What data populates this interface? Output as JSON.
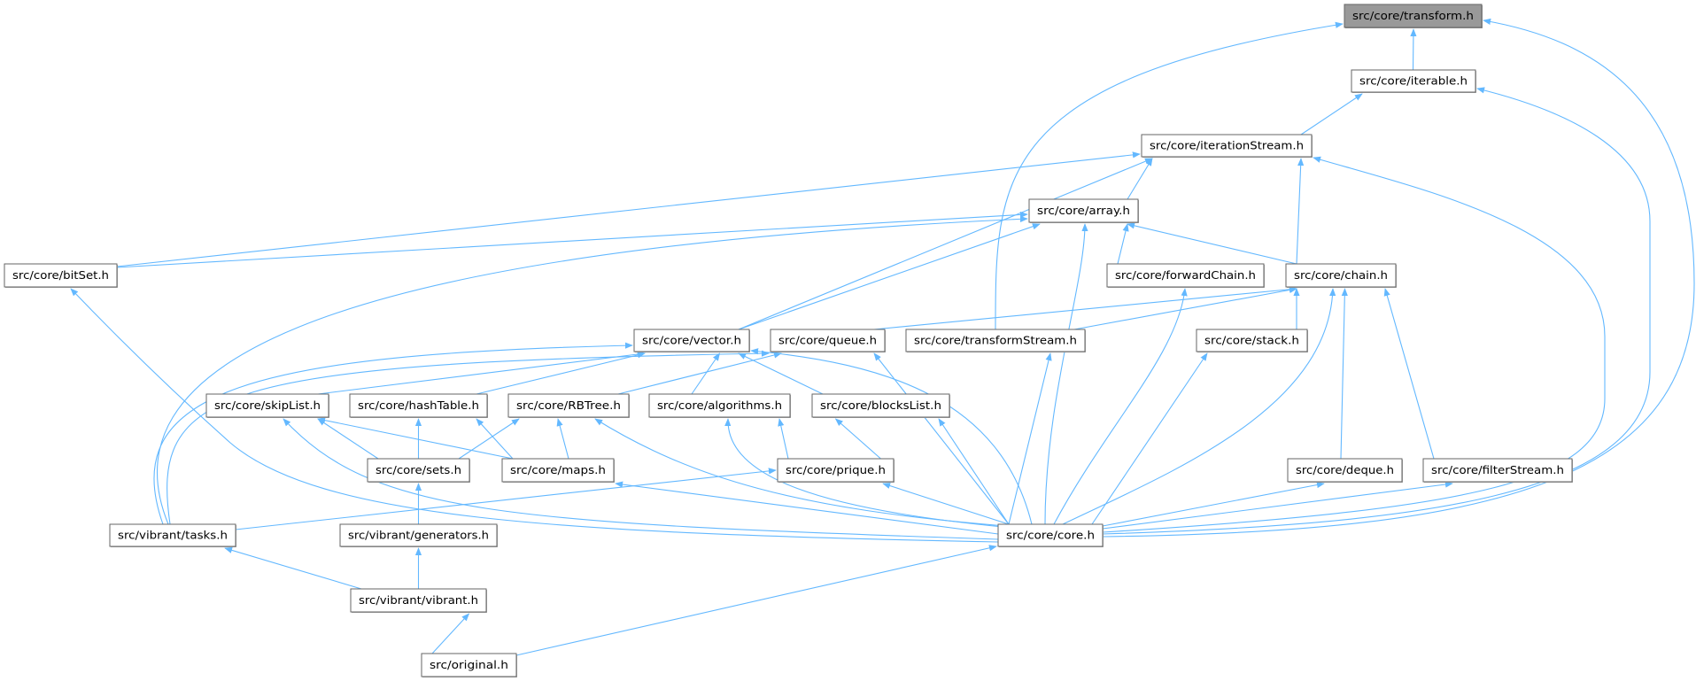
{
  "graph": {
    "title": "src/core/transform.h",
    "colors": {
      "edge": "#63b8ff",
      "current_node_fill": "#999999",
      "node_fill": "#ffffff",
      "node_border": "#666666"
    },
    "nodes": {
      "transform": "src/core/transform.h",
      "iterable": "src/core/iterable.h",
      "iterationStream": "src/core/iterationStream.h",
      "array": "src/core/array.h",
      "bitSet": "src/core/bitSet.h",
      "forwardChain": "src/core/forwardChain.h",
      "chain": "src/core/chain.h",
      "vector": "src/core/vector.h",
      "queue": "src/core/queue.h",
      "transformStream": "src/core/transformStream.h",
      "stack": "src/core/stack.h",
      "skipList": "src/core/skipList.h",
      "hashTable": "src/core/hashTable.h",
      "RBTree": "src/core/RBTree.h",
      "algorithms": "src/core/algorithms.h",
      "blocksList": "src/core/blocksList.h",
      "sets": "src/core/sets.h",
      "maps": "src/core/maps.h",
      "prique": "src/core/prique.h",
      "deque": "src/core/deque.h",
      "filterStream": "src/core/filterStream.h",
      "tasks": "src/vibrant/tasks.h",
      "generators": "src/vibrant/generators.h",
      "core": "src/core/core.h",
      "vibrant": "src/vibrant/vibrant.h",
      "original": "src/original.h"
    },
    "edges": [
      [
        "iterable",
        "transform"
      ],
      [
        "transformStream",
        "transform"
      ],
      [
        "core",
        "transform"
      ],
      [
        "iterationStream",
        "iterable"
      ],
      [
        "core",
        "iterable"
      ],
      [
        "bitSet",
        "iterationStream"
      ],
      [
        "vector",
        "iterationStream"
      ],
      [
        "array",
        "iterationStream"
      ],
      [
        "chain",
        "iterationStream"
      ],
      [
        "core",
        "iterationStream"
      ],
      [
        "bitSet",
        "array"
      ],
      [
        "tasks",
        "array"
      ],
      [
        "vector",
        "array"
      ],
      [
        "forwardChain",
        "array"
      ],
      [
        "chain",
        "array"
      ],
      [
        "core",
        "array"
      ],
      [
        "queue",
        "chain"
      ],
      [
        "transformStream",
        "chain"
      ],
      [
        "stack",
        "chain"
      ],
      [
        "core",
        "chain"
      ],
      [
        "deque",
        "chain"
      ],
      [
        "filterStream",
        "chain"
      ],
      [
        "core",
        "forwardChain"
      ],
      [
        "core",
        "bitSet"
      ],
      [
        "skipList",
        "vector"
      ],
      [
        "hashTable",
        "vector"
      ],
      [
        "algorithms",
        "vector"
      ],
      [
        "blocksList",
        "vector"
      ],
      [
        "tasks",
        "vector"
      ],
      [
        "core",
        "vector"
      ],
      [
        "RBTree",
        "queue"
      ],
      [
        "tasks",
        "queue"
      ],
      [
        "core",
        "queue"
      ],
      [
        "core",
        "transformStream"
      ],
      [
        "core",
        "stack"
      ],
      [
        "sets",
        "skipList"
      ],
      [
        "maps",
        "skipList"
      ],
      [
        "core",
        "skipList"
      ],
      [
        "sets",
        "hashTable"
      ],
      [
        "maps",
        "hashTable"
      ],
      [
        "sets",
        "RBTree"
      ],
      [
        "maps",
        "RBTree"
      ],
      [
        "core",
        "RBTree"
      ],
      [
        "prique",
        "algorithms"
      ],
      [
        "core",
        "algorithms"
      ],
      [
        "prique",
        "blocksList"
      ],
      [
        "core",
        "blocksList"
      ],
      [
        "generators",
        "sets"
      ],
      [
        "core",
        "maps"
      ],
      [
        "tasks",
        "prique"
      ],
      [
        "core",
        "prique"
      ],
      [
        "core",
        "deque"
      ],
      [
        "core",
        "filterStream"
      ],
      [
        "vibrant",
        "tasks"
      ],
      [
        "vibrant",
        "generators"
      ],
      [
        "original",
        "vibrant"
      ],
      [
        "original",
        "core"
      ]
    ]
  }
}
